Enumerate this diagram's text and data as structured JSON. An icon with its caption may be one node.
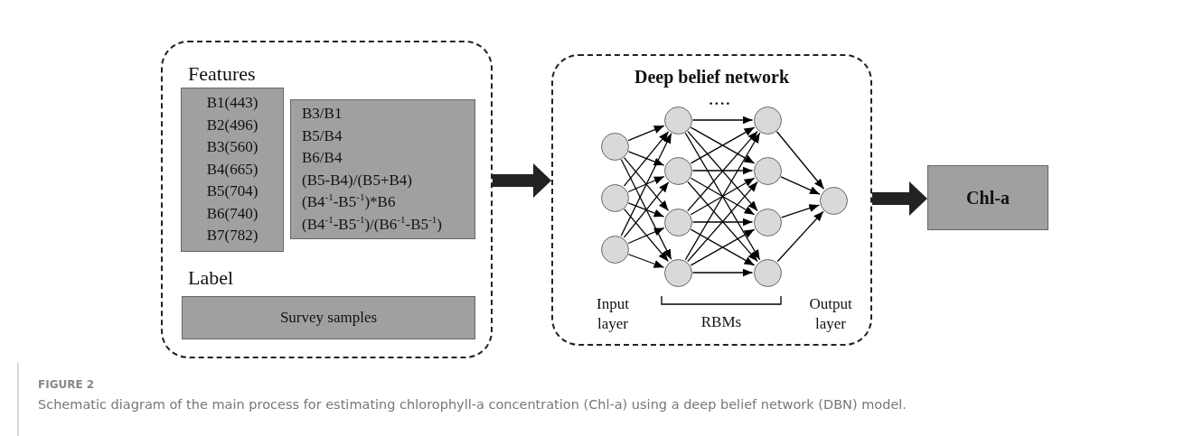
{
  "diagram": {
    "title": "FIGURE 2",
    "caption": "Schematic diagram of the main process for estimating chlorophyll-a concentration (Chl-a) using a deep belief network (DBN) model.",
    "nodes": [
      {
        "text": [
          "Features",
          "Label"
        ]
      },
      {
        "text": [
          "B1(443)",
          "B2(496)",
          "B3(560)",
          "B4(665)",
          "B5(704)",
          "B6(740)",
          "B7(782)"
        ],
        "in": 0
      },
      {
        "text": [
          "B3/B1",
          "B5/B4",
          "B6/B4",
          "(B5-B4)/(B5+B4)",
          "(B4$^{-1}$-B5$^{-1}$)*B6",
          "(B4$^{-1}$-B5$^{-1}$)/(B6$^{-1}$-B5$^{-1}$)"
        ],
        "in": 0
      },
      {
        "text": [
          "Survey samples"
        ],
        "in": 0
      },
      {
        "text": [
          "Deep belief network"
        ]
      },
      {
        "text": [],
        "shape": "circle",
        "in": 4
      },
      {
        "text": [],
        "shape": "circle",
        "in": 4
      },
      {
        "text": [],
        "shape": "circle",
        "in": 4
      },
      {
        "text": [],
        "shape": "circle",
        "in": 4
      },
      {
        "text": [],
        "shape": "circle",
        "in": 4
      },
      {
        "text": [],
        "shape": "circle",
        "in": 4
      },
      {
        "text": [],
        "shape": "circle",
        "in": 4
      },
      {
        "text": [],
        "shape": "circle",
        "in": 4
      },
      {
        "text": [],
        "shape": "circle",
        "in": 4
      },
      {
        "text": [],
        "shape": "circle",
        "in": 4
      },
      {
        "text": [],
        "shape": "circle",
        "in": 4
      },
      {
        "text": [],
        "shape": "circle",
        "in": 4
      },
      {
        "text": [
          "Chl-a"
        ]
      }
    ],
    "edges": [
      {
        "from": 0,
        "to": 4,
        "arrow": "to",
        "style": "thick"
      },
      {
        "from": 4,
        "to": 17,
        "arrow": "to",
        "style": "thick"
      },
      {
        "from": 5,
        "to": 8,
        "arrow": "to"
      },
      {
        "from": 5,
        "to": 9,
        "arrow": "to"
      },
      {
        "from": 5,
        "to": 10,
        "arrow": "to"
      },
      {
        "from": 5,
        "to": 11,
        "arrow": "to"
      },
      {
        "from": 6,
        "to": 8,
        "arrow": "to"
      },
      {
        "from": 6,
        "to": 9,
        "arrow": "to"
      },
      {
        "from": 6,
        "to": 10,
        "arrow": "to"
      },
      {
        "from": 6,
        "to": 11,
        "arrow": "to"
      },
      {
        "from": 7,
        "to": 8,
        "arrow": "to"
      },
      {
        "from": 7,
        "to": 9,
        "arrow": "to"
      },
      {
        "from": 7,
        "to": 10,
        "arrow": "to"
      },
      {
        "from": 7,
        "to": 11,
        "arrow": "to"
      },
      {
        "from": 8,
        "to": 12,
        "arrow": "to"
      },
      {
        "from": 8,
        "to": 13,
        "arrow": "to"
      },
      {
        "from": 8,
        "to": 14,
        "arrow": "to"
      },
      {
        "from": 8,
        "to": 15,
        "arrow": "to"
      },
      {
        "from": 9,
        "to": 12,
        "arrow": "to"
      },
      {
        "from": 9,
        "to": 13,
        "arrow": "to"
      },
      {
        "from": 9,
        "to": 14,
        "arrow": "to"
      },
      {
        "from": 9,
        "to": 15,
        "arrow": "to"
      },
      {
        "from": 10,
        "to": 12,
        "arrow": "to"
      },
      {
        "from": 10,
        "to": 13,
        "arrow": "to"
      },
      {
        "from": 10,
        "to": 14,
        "arrow": "to"
      },
      {
        "from": 10,
        "to": 15,
        "arrow": "to"
      },
      {
        "from": 11,
        "to": 12,
        "arrow": "to"
      },
      {
        "from": 11,
        "to": 13,
        "arrow": "to"
      },
      {
        "from": 11,
        "to": 14,
        "arrow": "to"
      },
      {
        "from": 11,
        "to": 15,
        "arrow": "to"
      },
      {
        "from": 12,
        "to": 16,
        "arrow": "to"
      },
      {
        "from": 13,
        "to": 16,
        "arrow": "to"
      },
      {
        "from": 14,
        "to": 16,
        "arrow": "to"
      },
      {
        "from": 15,
        "to": 16,
        "arrow": "to"
      }
    ],
    "labels": [
      "....",
      "Input layer",
      "RBMs",
      "Output layer"
    ]
  }
}
